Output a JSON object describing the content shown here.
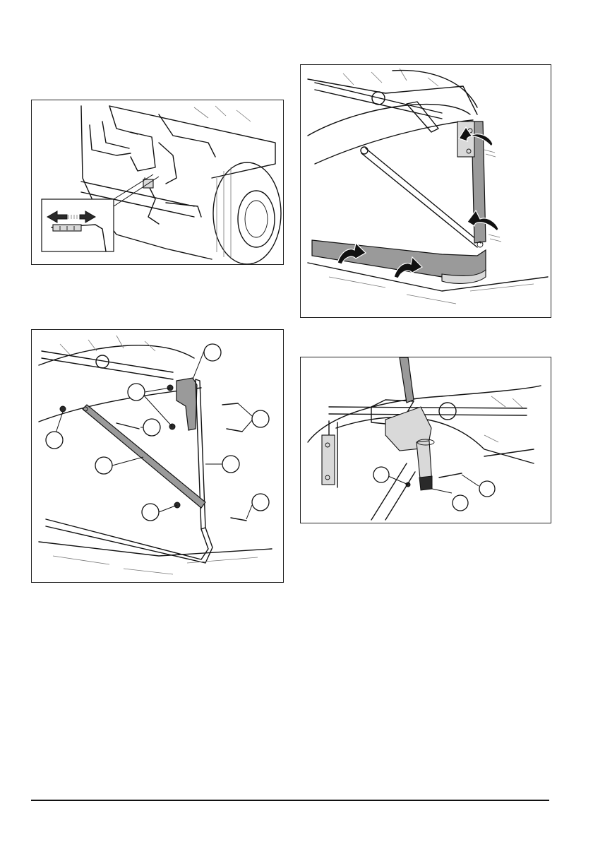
{
  "figures": [
    {
      "id": "fig-1",
      "subject": "release-lever-inset",
      "callouts": []
    },
    {
      "id": "fig-2",
      "subject": "bumper-frame-arrows",
      "callouts": []
    },
    {
      "id": "fig-3",
      "subject": "bumper-assembly-exploded",
      "callouts": []
    },
    {
      "id": "fig-4",
      "subject": "pivot-bolt-detail",
      "callouts": []
    }
  ],
  "colors": {
    "line": "#111111",
    "fill_grey": "#9a9a9a",
    "fill_light": "#d9d9d9",
    "background": "#ffffff"
  }
}
